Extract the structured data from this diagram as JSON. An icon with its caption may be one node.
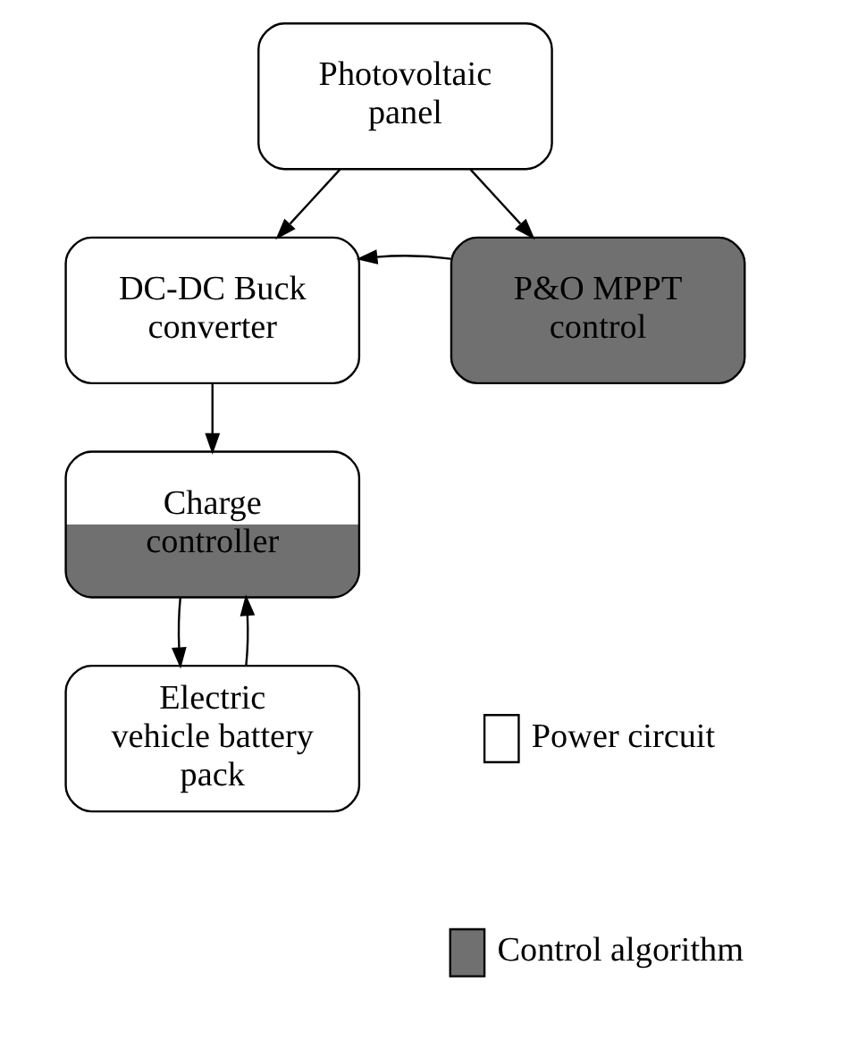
{
  "diagram": {
    "nodes": [
      {
        "text": [
          "Photovoltaic panel"
        ]
      },
      {
        "text": [
          "DC-DC Buck converter"
        ]
      },
      {
        "text": [
          "P&O MPPT control"
        ]
      },
      {
        "text": [
          "Charge controller"
        ]
      },
      {
        "text": [
          "Electric vehicle battery pack"
        ]
      }
    ],
    "edges": [
      {
        "from": 0,
        "to": 1,
        "arrow": "to"
      },
      {
        "from": 0,
        "to": 2,
        "arrow": "to"
      },
      {
        "from": 2,
        "to": 1,
        "arrow": "to"
      },
      {
        "from": 1,
        "to": 3,
        "arrow": "to"
      },
      {
        "from": 3,
        "to": 4,
        "arrow": "to"
      },
      {
        "from": 4,
        "to": 3,
        "arrow": "to"
      }
    ],
    "legend": [
      {
        "text": "Power circuit",
        "color": "#ffffff"
      },
      {
        "text": "Control algorithm",
        "color": "#707070"
      }
    ]
  }
}
